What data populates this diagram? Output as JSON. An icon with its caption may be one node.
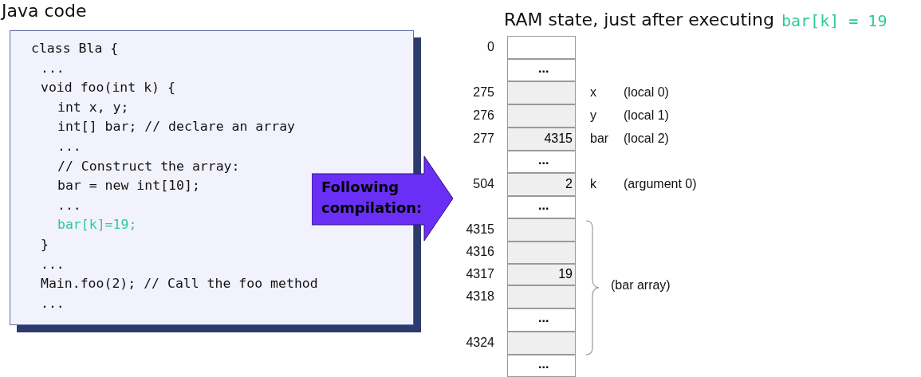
{
  "diagram": {
    "nodes": [
      {
        "text": [
          "Java code",
          "class Bla {",
          "...",
          "void foo(int k) {",
          "int x, y;",
          "int[] bar; // declare an array",
          "...",
          "// Construct the array:",
          "bar = new int[10];",
          "...",
          "bar[k]=19;",
          "}",
          "...",
          "Main.foo(2); // Call the foo method",
          "..."
        ]
      },
      {
        "text": [
          "Following compilation:"
        ]
      },
      {
        "text": [],
        "shape": "box",
        "beside": [
          "0"
        ]
      },
      {
        "text": [
          "..."
        ]
      },
      {
        "text": [],
        "shape": "box",
        "beside": [
          "275",
          "x",
          "(local 0)"
        ]
      },
      {
        "text": [],
        "shape": "box",
        "beside": [
          "276",
          "y",
          "(local 1)"
        ]
      },
      {
        "text": [
          "4315"
        ],
        "beside": [
          "277",
          "bar",
          "(local 2)"
        ]
      },
      {
        "text": [
          "..."
        ]
      },
      {
        "text": [
          "2"
        ],
        "beside": [
          "504",
          "k",
          "(argument 0)"
        ]
      },
      {
        "text": [
          "..."
        ]
      },
      {
        "text": [],
        "shape": "box",
        "beside": [
          "4315"
        ]
      },
      {
        "text": [],
        "shape": "box",
        "beside": [
          "4316"
        ]
      },
      {
        "text": [
          "19"
        ],
        "beside": [
          "4317"
        ]
      },
      {
        "text": [],
        "shape": "box",
        "beside": [
          "4318"
        ]
      },
      {
        "text": [
          "..."
        ]
      },
      {
        "text": [],
        "shape": "box",
        "beside": [
          "4324"
        ]
      },
      {
        "text": [
          "..."
        ]
      }
    ],
    "labels": [
      "RAM state, just after executing",
      "bar[k] = 19",
      "(bar array)"
    ]
  }
}
